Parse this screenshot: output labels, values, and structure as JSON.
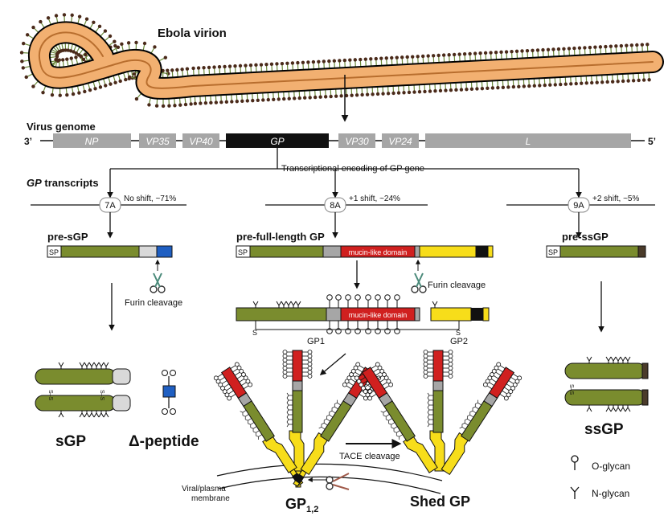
{
  "virion": {
    "label": "Ebola virion"
  },
  "genome": {
    "title": "Virus genome",
    "end3": "3’",
    "end5": "5’",
    "genes": [
      "NP",
      "VP35",
      "VP40",
      "GP",
      "VP30",
      "VP24",
      "L"
    ],
    "transcription_label": "Transcriptional encoding of GP gene"
  },
  "transcripts": {
    "title_italic": "GP",
    "title_rest": " transcripts",
    "branches": [
      {
        "site": "7A",
        "note": "No shift, ~71%",
        "product": "pre-sGP"
      },
      {
        "site": "8A",
        "note": "+1 shift, ~24%",
        "product": "pre-full-length GP"
      },
      {
        "site": "9A",
        "note": "+2 shift, ~5%",
        "product": "pre-ssGP"
      }
    ]
  },
  "domains": {
    "signal_peptide": "SP",
    "mucin": "mucin-like domain"
  },
  "cleavage": {
    "furin_left": "Furin cleavage",
    "furin_mid": "Furin cleavage",
    "tace": "TACE cleavage"
  },
  "subunits": {
    "gp1": "GP1",
    "gp2": "GP2",
    "s": "S",
    "ss": "S–S"
  },
  "products": {
    "sgp": "sGP",
    "delta_peptide": "Δ-peptide",
    "ssgp": "ssGP",
    "gp12_main": "GP",
    "gp12_sub": "1,2",
    "shed": "Shed GP"
  },
  "membrane": {
    "line1": "Viral/plasma",
    "line2": "membrane"
  },
  "legend": {
    "o_glycan": "O-glycan",
    "n_glycan": "N-glycan"
  },
  "colors": {
    "green": "#7a8c2e",
    "red": "#d0201f",
    "yellow": "#f7dd1a",
    "blue": "#1f5fc2",
    "grey": "#a6a6a6",
    "lightgrey": "#d9d9d9",
    "black": "#111111",
    "orange": "#f2b071"
  }
}
